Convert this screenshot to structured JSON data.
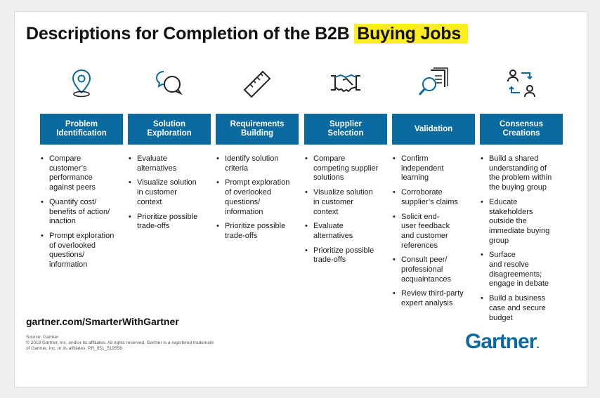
{
  "title": {
    "main": "Descriptions for Completion of the B2B",
    "highlight": "Buying Jobs"
  },
  "columns": [
    {
      "icon": "location-pin-icon",
      "header": "Problem\nIdentification",
      "items": [
        "Compare\ncustomer’s\nperformance\nagainst peers",
        "Quantify cost/\nbenefits of action/\ninaction",
        "Prompt exploration\nof overlooked\nquestions/\ninformation"
      ]
    },
    {
      "icon": "chat-bubbles-icon",
      "header": "Solution\nExploration",
      "items": [
        "Evaluate\nalternatives",
        "Visualize solution\nin customer\ncontext",
        "Prioritize possible\ntrade-offs"
      ]
    },
    {
      "icon": "ruler-icon",
      "header": "Requirements\nBuilding",
      "items": [
        "Identify solution\ncriteria",
        "Prompt exploration\nof overlooked\nquestions/\ninformation",
        "Prioritize possible\ntrade-offs"
      ]
    },
    {
      "icon": "handshake-icon",
      "header": "Supplier\nSelection",
      "items": [
        "Compare\ncompeting supplier\nsolutions",
        "Visualize solution\nin customer\ncontext",
        "Evaluate\nalternatives",
        "Prioritize possible\ntrade-offs"
      ]
    },
    {
      "icon": "magnifier-document-icon",
      "header": "Validation",
      "items": [
        "Confirm\nindependent\nlearning",
        "Corroborate\nsupplier’s claims",
        "Solicit end-\nuser feedback\nand customer\nreferences",
        "Consult peer/\nprofessional\nacquaintances",
        "Review third-party\nexpert analysis"
      ]
    },
    {
      "icon": "people-exchange-icon",
      "header": "Consensus\nCreations",
      "items": [
        "Build a shared\nunderstanding of\nthe problem within\nthe buying group",
        "Educate\nstakeholders\noutside the\nimmediate buying\ngroup",
        "Surface\nand resolve\ndisagreements;\nengage in debate",
        "Build a business\ncase and secure\nbudget"
      ]
    }
  ],
  "footer": {
    "url": "gartner.com/SmarterWithGartner",
    "source": "Source: Gartner\n© 2018 Gartner, Inc. and/or its affiliates. All rights reserved. Gartner is a registered trademark\nof Gartner, Inc. or its affiliates. PR_051_519556",
    "logo": "Gartner"
  },
  "colors": {
    "accent": "#0b6aa0",
    "highlight": "#ffee1e"
  }
}
